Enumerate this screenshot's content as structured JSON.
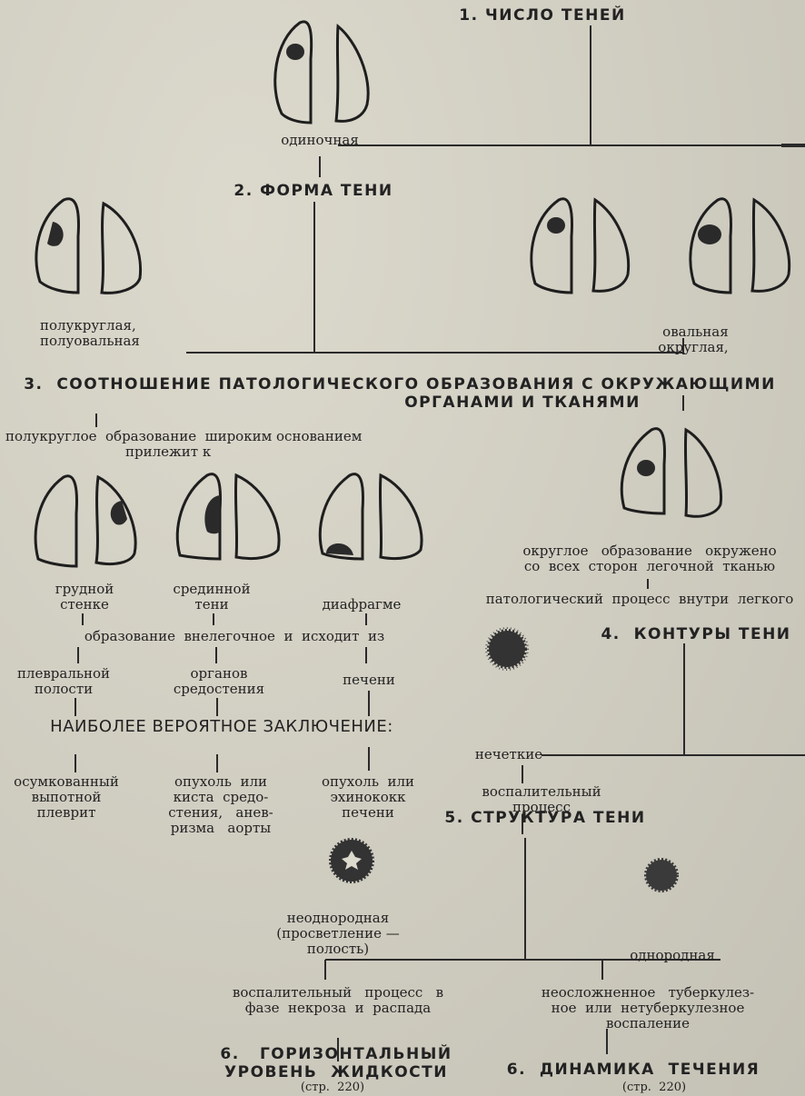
{
  "step1": {
    "title": "1. ЧИСЛО ТЕНЕЙ",
    "single": "одиночная"
  },
  "step2": {
    "title": "2. ФОРМА ТЕНИ",
    "semi": [
      "полукруглая,",
      "полуовальная"
    ],
    "oval": [
      "овальная",
      "округлая,"
    ]
  },
  "step3": {
    "title": [
      "3.  СООТНОШЕНИЕ ПАТОЛОГИЧЕСКОГО ОБРАЗОВАНИЯ С ОКРУЖАЮЩИМИ",
      "ОРГАНАМИ И ТКАНЯМИ"
    ],
    "semi_relation": [
      "полукруглое  образование  широким основанием",
      "прилежит к"
    ],
    "chest_wall": [
      "грудной",
      "стенке"
    ],
    "median": [
      "срединной",
      "тени"
    ],
    "diaphragm": "диафрагме",
    "extra_pulmonary": "образование  внелегочное  и  исходит  из",
    "pleural": [
      "плевральной",
      "полости"
    ],
    "mediastinal": [
      "органов",
      "средостения"
    ],
    "liver": "печени",
    "round_relation": [
      "округлое   образование   окружено",
      "со  всех  сторон  легочной  тканью"
    ],
    "intrapulmonary": "патологический  процесс  внутри  легкого"
  },
  "conclusion": {
    "title": "НАИБОЛЕЕ ВЕРОЯТНОЕ ЗАКЛЮЧЕНИЕ:",
    "pleurisy": [
      "осумкованный",
      "выпотной",
      "плеврит"
    ],
    "mediastinum_tumor": [
      "опухоль  или",
      "киста  средо-",
      "стения,   анев-",
      "ризма   аорты"
    ],
    "liver_tumor": [
      "опухоль  или",
      "эхинококк",
      "печени"
    ]
  },
  "step4": {
    "title": "4.  КОНТУРЫ ТЕНИ",
    "fuzzy": "нечеткие",
    "inflammatory": [
      "воспалительный",
      "процесс"
    ]
  },
  "step5": {
    "title": "5. СТРУКТУРА ТЕНИ",
    "heterogeneous": [
      "неоднородная",
      "(просветление —",
      "полость)"
    ],
    "homogeneous": "однородная",
    "necrosis": [
      "воспалительный   процесс   в",
      "фазе  некроза  и  распада"
    ],
    "uncomplicated": [
      "неосложненное   туберкулез-",
      "ное  или  нетуберкулезное",
      "воспаление"
    ]
  },
  "step6a": {
    "title": [
      "6.   ГОРИЗОНТАЛЬНЫЙ",
      "УРОВЕНЬ  ЖИДКОСТИ"
    ],
    "ref": "(стр.  220)"
  },
  "step6b": {
    "title": "6.  ДИНАМИКА  ТЕЧЕНИЯ",
    "ref": "(стр.  220)"
  }
}
